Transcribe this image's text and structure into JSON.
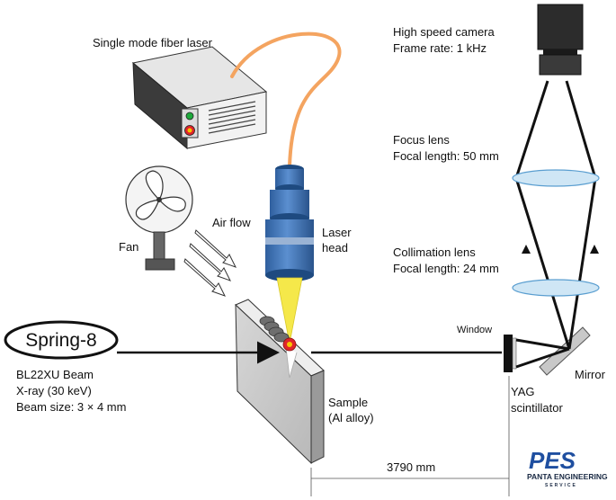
{
  "labels": {
    "fiber_laser": "Single mode fiber laser",
    "camera_line1": "High speed camera",
    "camera_line2": "Frame rate: 1 kHz",
    "focus_line1": "Focus lens",
    "focus_line2": "Focal length:  50 mm",
    "collimation_line1": "Collimation lens",
    "collimation_line2": "Focal length:  24 mm",
    "laser_head_line1": "Laser",
    "laser_head_line2": "head",
    "fan": "Fan",
    "air_flow": "Air flow",
    "spring8": "Spring-8",
    "beam_line1": "BL22XU Beam",
    "beam_line2": "X-ray (30 keV)",
    "beam_line3": "Beam size: 3 × 4 mm",
    "sample_line1": "Sample",
    "sample_line2": "(Al alloy)",
    "window": "Window",
    "mirror": "Mirror",
    "yag_line1": "YAG",
    "yag_line2": "scintillator",
    "distance": "3790 mm"
  },
  "logo": {
    "letters": "PES",
    "name": "PANTA ENGINEERING",
    "tagline": "SERVICE"
  },
  "colors": {
    "fiber_cable": "#f4a460",
    "laser_head_blue": "#3c6fb0",
    "laser_beam": "#f5e84a",
    "lens_fill": "#cfe6f5",
    "lens_stroke": "#5a9ed0",
    "logo_blue": "#1f4fa0",
    "logo_dark": "#1a2a44",
    "indicator_green": "#1faa3c",
    "indicator_red": "#e0242a"
  }
}
